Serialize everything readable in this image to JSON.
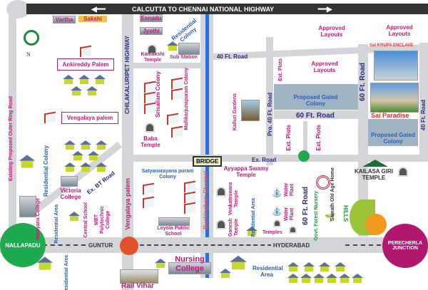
{
  "highway": {
    "label": "CALCUTTA TO CHENNAI NATIONAL HIGHWAY"
  },
  "roads": {
    "outer_ring": "Existing Proposed Outer Ring Road",
    "chilakaluripet": "CHILAKALURIPET HIGHWAY",
    "forty_ft_top": "40 Ft. Road",
    "pro_forty": "Pro. 40 Ft. Road",
    "sixty_ft_h": "60 Ft. Road",
    "sixty_ft_v": "60 Ft. Road",
    "sixty_ft_lower": "60 Ft. Road",
    "forty_ft_right": "40 Ft. Road",
    "ex_road": "Ex. Road",
    "ex_bt_road": "Ex. BT Road",
    "vengalaya_palem_road": "Vengalaya palem",
    "channel": "Buckingham Channel",
    "bridge": "BRIDGE",
    "guntur": "GUNTUR",
    "hyderabad": "HYDERABAD"
  },
  "junctions": {
    "nallapadu": "NALLAPADU",
    "perecherla": "PERECHERLA JUNCTION"
  },
  "compass": {
    "label": "N"
  },
  "places": {
    "vartha": "Vartha",
    "sakshi": "Sakshi",
    "eenadu": "Eenadu",
    "jyothi": "Jyothi",
    "residential_colony_top": "Residential Colony",
    "kamakshi_temple": "Kamakshi Temple",
    "sub_station": "Sub Station",
    "ankireddy_palem": "Ankireddy Palem",
    "vengalaya_palem": "Vengalaya palem",
    "srisailam_colony": "Srisailam Colony",
    "mallikarjunapuram_colony": "Mallikarjunapuram Colony",
    "baba_temple": "Baba Temple",
    "approved_layouts_1": "Approved Layouts",
    "approved_layouts_2": "Approved Layouts",
    "approved_layouts_3": "Approved Layouts",
    "sai_krupa": "Sai KRUPA ENCLAVE",
    "sai_paradise": "Sai Paradise",
    "ext_plots_1": "Ext. Plots",
    "ext_plots_2": "Ext. Plots",
    "ext_plots_3": "Ext. Plots",
    "gated_colony_1": "Proposed Gated Colony",
    "gated_colony_2": "Proposed Gated Colony",
    "kalluri_gardens": "Kalluri Gardens",
    "residential_colony_left": "Residential Colony",
    "victoria_college": "Victoria College",
    "narayana_college": "Narayana College",
    "residential_area_1": "Residential Area",
    "central_school": "Central School",
    "mbt_polytechnic": "MBT Polytechnic College",
    "satyanarayana_colony": "Satyanarayana puram Colony",
    "loyola_school": "Loyola Public School",
    "ayyappa_temple": "Ayyappa Swamy Temple",
    "venkateswara_temple": "Venkateswara Temple",
    "ganesh_temple": "Ganesh Temple",
    "residential_area_2": "Residential Area",
    "water_plant_1": "Water Plant",
    "water_plant_2": "Water Plant",
    "temples": "Temples",
    "sainath_home": "Sainath Old Age Home",
    "forest_nursery": "Govt. Forest Nursery",
    "hills": "HILLS",
    "kailasa_giri": "KAILASA GIRI TEMPLE",
    "residential_area_3": "Residential Area",
    "nursing_college": "Nursing College",
    "rail_vihar": "Rail Vihar",
    "residential_area_4": "Residential Area"
  },
  "colors": {
    "road": "#d3d5d8",
    "highway": "#333333",
    "label_pink": "#c2187a",
    "label_blue": "#2b5fb0",
    "nallapadu": "#1faa4f",
    "perecherla": "#b0176f",
    "signal": "#e0522a",
    "gated": "#9fb3c3"
  }
}
